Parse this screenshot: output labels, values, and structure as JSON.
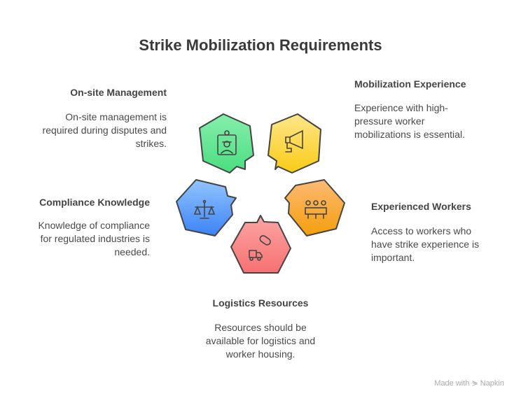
{
  "title": "Strike Mobilization Requirements",
  "items": [
    {
      "heading": "On-site Management",
      "text": "On-site management is required during disputes and strikes.",
      "color": "#4ade80",
      "icon": "worker-badge-icon"
    },
    {
      "heading": "Mobilization Experience",
      "text": "Experience with high-pressure worker mobilizations is essential.",
      "color": "#fde047",
      "icon": "megaphone-icon"
    },
    {
      "heading": "Experienced Workers",
      "text": "Access to workers who have strike experience is important.",
      "color": "#fb923c",
      "icon": "workers-group-icon"
    },
    {
      "heading": "Logistics Resources",
      "text": "Resources should be available for logistics and worker housing.",
      "color": "#f87171",
      "icon": "truck-capsule-icon"
    },
    {
      "heading": "Compliance Knowledge",
      "text": "Knowledge of compliance for regulated industries is needed.",
      "color": "#60a5fa",
      "icon": "scales-icon"
    }
  ],
  "footer": "Made with ⋟ Napkin"
}
